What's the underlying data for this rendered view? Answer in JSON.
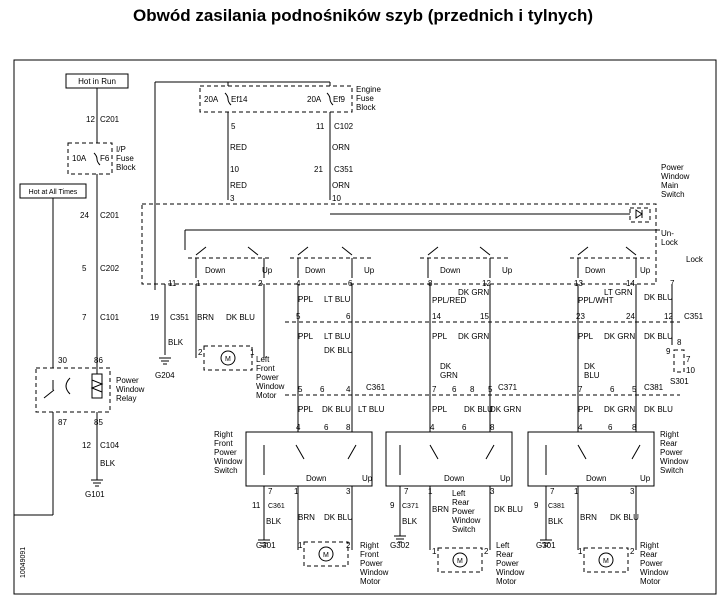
{
  "title": "Obwód zasilania podnośników szyb (przednich i tylnych)",
  "side_code": "10049091",
  "boxes": {
    "hot_in_run": "Hot in Run",
    "hot_at_all_times": "Hot at All Times"
  },
  "fuses": {
    "f6_rating": "10A",
    "f6_name": "F6",
    "ef14_rating": "20A",
    "ef14_name": "Ef14",
    "ef9_rating": "20A",
    "ef9_name": "Ef9"
  },
  "labels": {
    "ip_fuse_block": [
      "I/P",
      "Fuse",
      "Block"
    ],
    "engine_fuse_block": [
      "Engine",
      "Fuse",
      "Block"
    ],
    "power_window_main_switch": [
      "Power",
      "Window",
      "Main",
      "Switch"
    ],
    "unlock": [
      "Un-",
      "Lock"
    ],
    "lock": "Lock",
    "down": "Down",
    "up": "Up",
    "relay": [
      "Power",
      "Window",
      "Relay"
    ],
    "lf_motor": [
      "Left",
      "Front",
      "Power",
      "Window",
      "Motor"
    ],
    "rf_switch": [
      "Right",
      "Front",
      "Power",
      "Window",
      "Switch"
    ],
    "rf_motor": [
      "Right",
      "Front",
      "Power",
      "Window",
      "Motor"
    ],
    "lr_switch": [
      "Left",
      "Rear",
      "Power",
      "Window",
      "Switch"
    ],
    "lr_motor": [
      "Left",
      "Rear",
      "Power",
      "Window",
      "Motor"
    ],
    "rr_switch": [
      "Right",
      "Rear",
      "Power",
      "Window",
      "Switch"
    ],
    "rr_motor": [
      "Right",
      "Rear",
      "Power",
      "Window",
      "Motor"
    ],
    "motor_m": "M"
  },
  "connectors": {
    "c201": "C201",
    "c202": "C202",
    "c101": "C101",
    "c104": "C104",
    "c102": "C102",
    "c351": "C351",
    "c361": "C361",
    "c371": "C371",
    "c381": "C381"
  },
  "grounds": {
    "g101": "G101",
    "g204": "G204",
    "g301": "G301",
    "g302": "G302",
    "s301": "S301"
  },
  "wires": {
    "red": "RED",
    "orn": "ORN",
    "blk": "BLK",
    "brn": "BRN",
    "dk_blu": "DK BLU",
    "lt_blu": "LT BLU",
    "ppl": "PPL",
    "dk_grn": "DK GRN",
    "ppl_red": "PPL/RED",
    "ppl_wht": "PPL/WHT",
    "lt_grn": "LT GRN",
    "dk": "DK",
    "grn": "GRN",
    "blu": "BLU"
  },
  "pins": {
    "p1": "1",
    "p2": "2",
    "p3": "3",
    "p4": "4",
    "p5": "5",
    "p6": "6",
    "p7": "7",
    "p8": "8",
    "p9": "9",
    "p10": "10",
    "p11": "11",
    "p12": "12",
    "p13": "13",
    "p14": "14",
    "p15": "15",
    "p19": "19",
    "p21": "21",
    "p23": "23",
    "p24": "24",
    "p30": "30",
    "p85": "85",
    "p86": "86",
    "p87": "87"
  }
}
